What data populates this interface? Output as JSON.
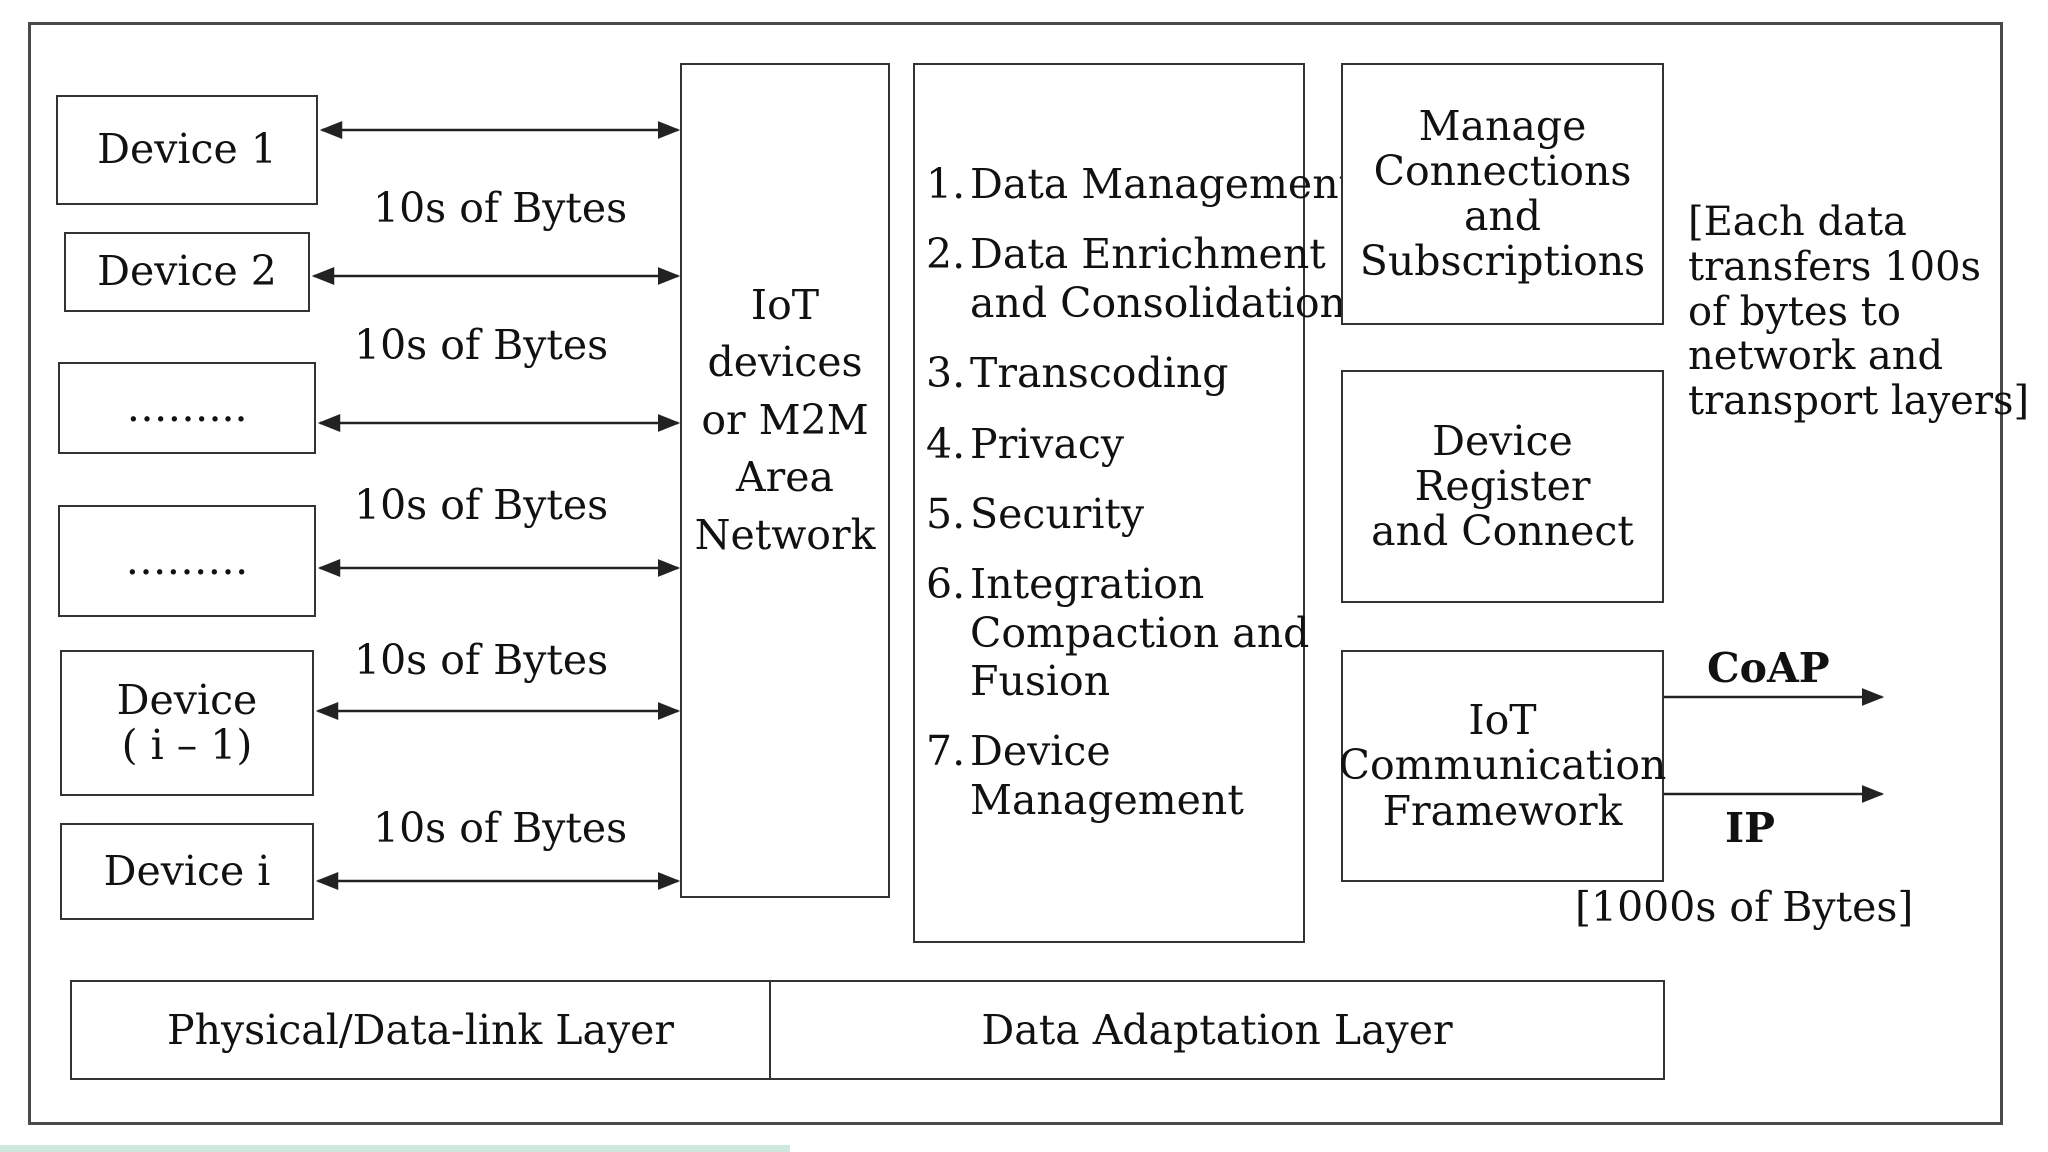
{
  "devices": [
    {
      "label": "Device 1"
    },
    {
      "label": "Device 2"
    },
    {
      "label": "……..."
    },
    {
      "label": "………"
    },
    {
      "label": "Device\n( i – 1)"
    },
    {
      "label": "Device i"
    }
  ],
  "link_labels": [
    "10s of Bytes",
    "10s of Bytes",
    "10s of Bytes",
    "10s of Bytes",
    "10s of Bytes"
  ],
  "network_box": {
    "label": "IoT\ndevices\nor M2M\nArea\nNetwork"
  },
  "functions": [
    {
      "num": "1.",
      "text": "Data Management"
    },
    {
      "num": "2.",
      "text": "Data Enrichment\nand Consolidation"
    },
    {
      "num": "3.",
      "text": "Transcoding"
    },
    {
      "num": "4.",
      "text": "Privacy"
    },
    {
      "num": "5.",
      "text": "Security"
    },
    {
      "num": "6.",
      "text": "Integration\nCompaction and\nFusion"
    },
    {
      "num": "7.",
      "text": "Device\nManagement"
    }
  ],
  "right_boxes": {
    "manage": "Manage\nConnections\nand\nSubscriptions",
    "register": "Device Register\nand Connect",
    "framework": "IoT\nCommunication\nFramework"
  },
  "note_lines": [
    "[Each data",
    "transfers 100s",
    "of bytes  to",
    "network and",
    "transport  layers]"
  ],
  "protocols": {
    "coap": "CoAP",
    "ip": "IP"
  },
  "framework_bytes": "[1000s of Bytes]",
  "layers": {
    "physical": "Physical/Data-link Layer",
    "adaptation": "Data Adaptation Layer"
  }
}
